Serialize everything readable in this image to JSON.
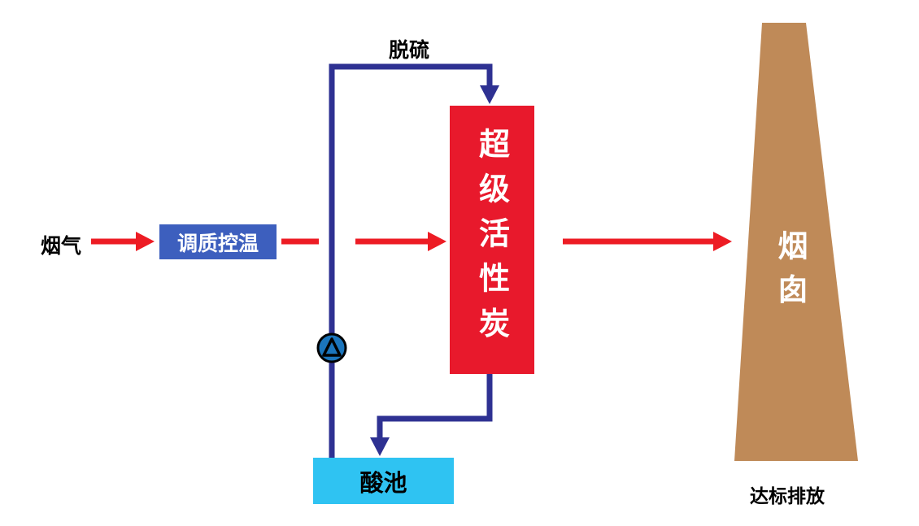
{
  "diagram": {
    "labels": {
      "flue_gas": "烟气",
      "desulfurization": "脱硫",
      "conditioning": "调质控温",
      "activated_carbon": "超级活性炭",
      "chimney": "烟囱",
      "acid_pool": "酸池",
      "emission": "达标排放"
    },
    "colors": {
      "arrow_red": "#ed1c24",
      "pipe_blue": "#2e3192",
      "box_blue": "#3d5fbe",
      "box_red": "#e8192c",
      "pool_cyan": "#2fc3f2",
      "chimney_tan": "#bf8a58",
      "pump_blue": "#1b75bc"
    }
  }
}
